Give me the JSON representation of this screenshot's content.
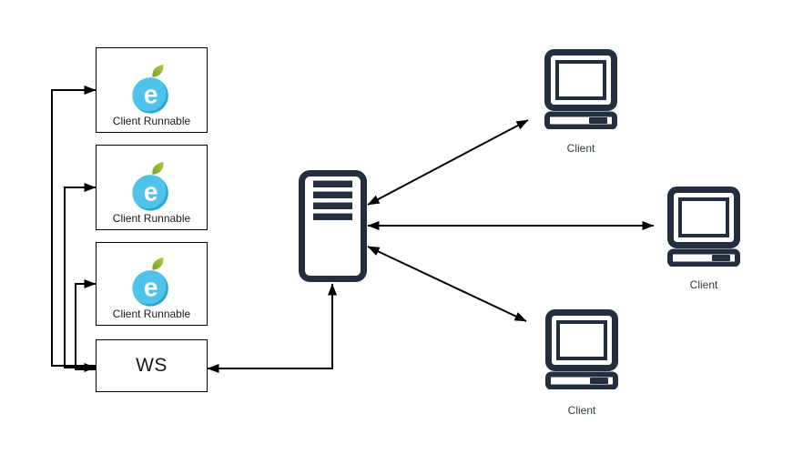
{
  "nodes": {
    "runnables": [
      {
        "id": "client-runnable-1",
        "label": "Client Runnable"
      },
      {
        "id": "client-runnable-2",
        "label": "Client Runnable"
      },
      {
        "id": "client-runnable-3",
        "label": "Client Runnable"
      }
    ],
    "ws": {
      "label": "WS"
    },
    "server": {
      "icon": "server-icon"
    },
    "clients": [
      {
        "id": "client-top",
        "label": "Client"
      },
      {
        "id": "client-middle",
        "label": "Client"
      },
      {
        "id": "client-bottom",
        "label": "Client"
      }
    ]
  },
  "logo": {
    "letter": "e",
    "icon": "e-fruit-logo-icon"
  },
  "edges": [
    {
      "id": "ws-runnable-1",
      "from": "ws",
      "to": "client-runnable-1",
      "arrowheads": "end"
    },
    {
      "id": "ws-runnable-2",
      "from": "ws",
      "to": "client-runnable-2",
      "arrowheads": "both"
    },
    {
      "id": "ws-runnable-3",
      "from": "ws",
      "to": "client-runnable-3",
      "arrowheads": "end"
    },
    {
      "id": "ws-server",
      "from": "ws",
      "to": "server",
      "arrowheads": "both"
    },
    {
      "id": "server-client-top",
      "from": "server",
      "to": "client-top",
      "arrowheads": "both"
    },
    {
      "id": "server-client-middle",
      "from": "server",
      "to": "client-middle",
      "arrowheads": "both"
    },
    {
      "id": "server-client-bottom",
      "from": "server",
      "to": "client-bottom",
      "arrowheads": "both"
    }
  ],
  "colors": {
    "background": "#FFFFFF",
    "line": "#000000",
    "box_border": "#000000",
    "icon_dark": "#232F3E",
    "label_dark": "#1A1A1A",
    "client_label": "#333B46",
    "logo_blue": "#4FC3E9",
    "logo_blue_dark": "#2BA7CE",
    "leaf_green_light": "#AECF3E",
    "leaf_green_dark": "#76A22A"
  }
}
